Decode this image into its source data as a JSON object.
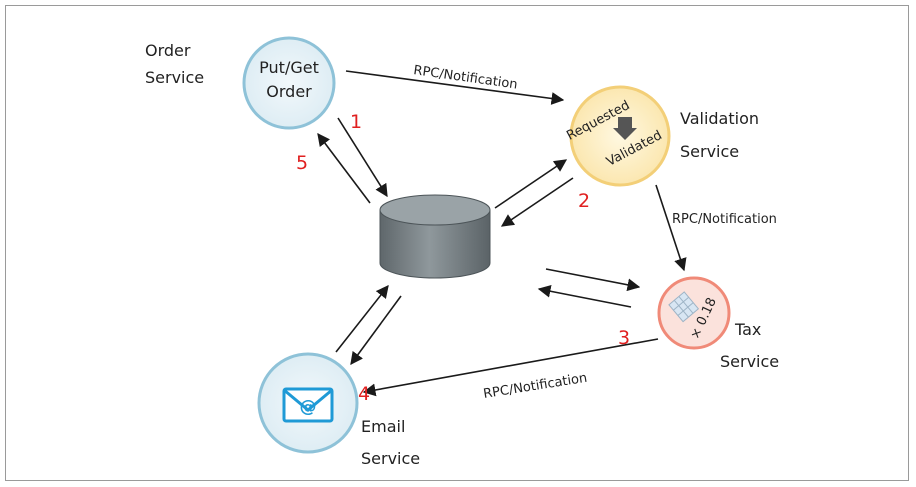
{
  "services": {
    "order": {
      "line1": "Order",
      "line2": "Service",
      "node_line1": "Put/Get",
      "node_line2": "Order"
    },
    "validation": {
      "line1": "Validation",
      "line2": "Service",
      "requested": "Requested",
      "validated": "Validated"
    },
    "tax": {
      "line1": "Tax",
      "line2": "Service",
      "rate": "× 0.18"
    },
    "email": {
      "line1": "Email",
      "line2": "Service"
    }
  },
  "edges": {
    "order_to_validation": "RPC/Notification",
    "validation_to_tax": "RPC/Notification",
    "tax_to_email": "RPC/Notification"
  },
  "steps": [
    "1",
    "2",
    "3",
    "4",
    "5"
  ],
  "colors": {
    "order_ring": "#8ec2d8",
    "validation_ring": "#f3cf78",
    "tax_ring": "#f08a78",
    "email_ring": "#8ec2d8",
    "step_numbers": "#e02020",
    "database": "#7b8489",
    "mail_icon": "#1f9ad6"
  }
}
